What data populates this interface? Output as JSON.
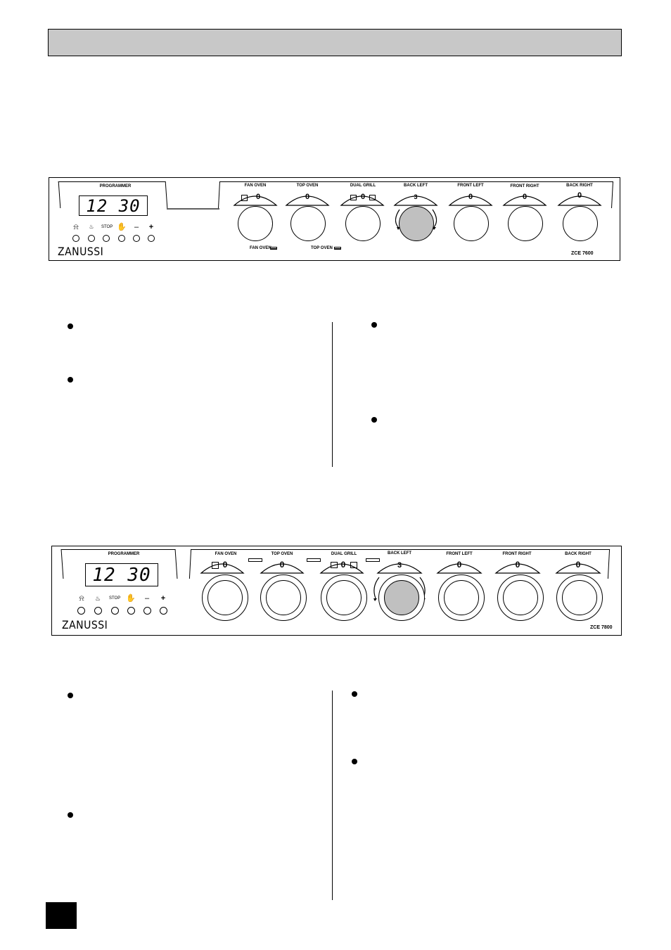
{
  "panel_a": {
    "programmer_label": "PROGRAMMER",
    "display": "12 30",
    "brand": "ZANUSSI",
    "model": "ZCE 7600",
    "fan_oven_indicator": "FAN OVEN",
    "top_oven_indicator": "TOP OVEN",
    "knobs": [
      {
        "label": "FAN OVEN",
        "mark": "0"
      },
      {
        "label": "TOP OVEN",
        "mark": "0"
      },
      {
        "label": "DUAL GRILL",
        "mark": "0"
      },
      {
        "label": "BACK LEFT",
        "mark": "3"
      },
      {
        "label": "FRONT LEFT",
        "mark": "0"
      },
      {
        "label": "FRONT RIGHT",
        "mark": "0"
      },
      {
        "label": "BACK RIGHT",
        "mark": "0"
      }
    ],
    "button_icons": [
      "bell-icon",
      "cook-time-icon",
      "stop-icon",
      "manual-hand-icon",
      "minus",
      "plus"
    ],
    "minus": "–",
    "plus": "+"
  },
  "panel_b": {
    "programmer_label": "PROGRAMMER",
    "display": "12 30",
    "brand": "ZANUSSI",
    "model": "ZCE 7800",
    "knobs": [
      {
        "label": "FAN OVEN",
        "mark": "0"
      },
      {
        "label": "TOP  OVEN",
        "mark": "0"
      },
      {
        "label": "DUAL GRILL",
        "mark": "0"
      },
      {
        "label": "BACK LEFT",
        "mark": "3"
      },
      {
        "label": "FRONT LEFT",
        "mark": "0"
      },
      {
        "label": "FRONT RIGHT",
        "mark": "0"
      },
      {
        "label": "BACK RIGHT",
        "mark": "0"
      }
    ],
    "minus": "–",
    "plus": "+"
  },
  "colors": {
    "header": "#c8c8c8",
    "active_knob": "#c0c0c0",
    "ink": "#000000"
  }
}
